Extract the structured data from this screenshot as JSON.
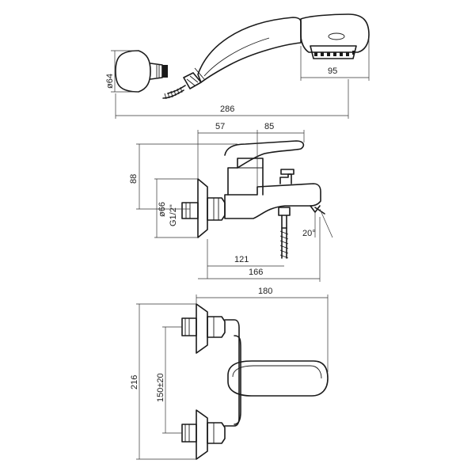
{
  "dimensions": {
    "handshower_holder_diameter": "ø64",
    "handshower_head_width": "95",
    "handshower_length": "286",
    "outlet_offset": "57",
    "lever_length": "85",
    "lever_height": "88",
    "flange_diameter": "ø66",
    "inlet_thread": "G1/2\"",
    "diverter_angle": "20°",
    "spout_reach": "121",
    "total_depth": "166",
    "body_width": "180",
    "total_height": "216",
    "inlet_spacing": "150±20"
  }
}
